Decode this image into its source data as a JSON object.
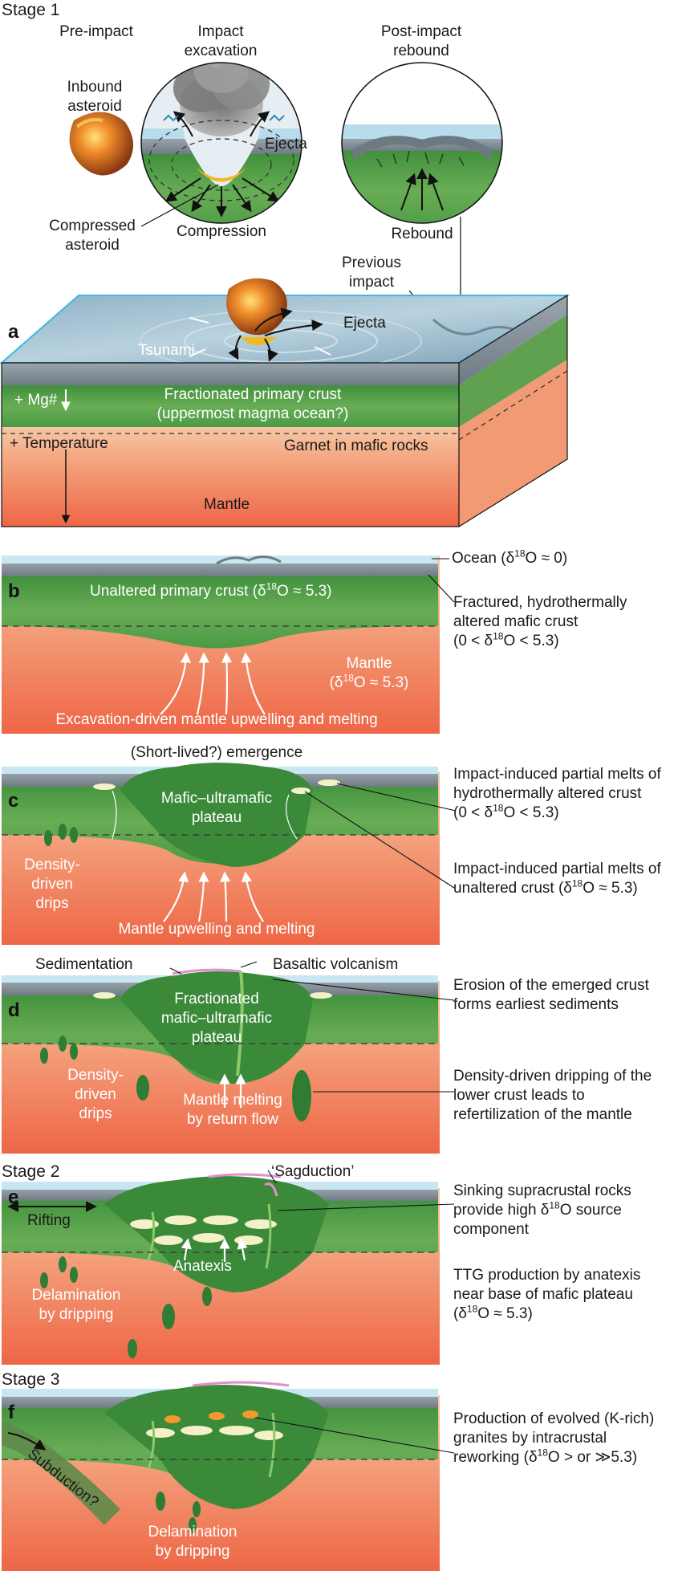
{
  "stage1": {
    "title": "Stage 1",
    "pre_impact": "Pre-impact",
    "impact_excavation": "Impact\nexcavation",
    "post_impact_rebound": "Post-impact\nrebound",
    "inbound_asteroid": "Inbound\nasteroid",
    "compressed_asteroid": "Compressed\nasteroid",
    "ejecta_circle": "Ejecta",
    "compression": "Compression",
    "rebound": "Rebound",
    "previous_impact": "Previous\nimpact"
  },
  "panel_a": {
    "label": "a",
    "ejecta": "Ejecta",
    "tsunami": "Tsunami",
    "mg_number": "+ Mg#",
    "fractionated_crust": "Fractionated primary crust\n(uppermost magma ocean?)",
    "temperature": "+ Temperature",
    "garnet": "Garnet in mafic rocks",
    "mantle": "Mantle"
  },
  "panel_b": {
    "label": "b",
    "ocean": "Ocean (δ",
    "ocean_tail": "O ≈ 0)",
    "unaltered_crust": "Unaltered primary crust (δ",
    "unaltered_crust_tail": "O ≈ 5.3)",
    "mantle_line1": "Mantle",
    "mantle_line2": "(δ",
    "mantle_line2_tail": "O ≈ 5.3)",
    "upwelling": "Excavation-driven mantle upwelling and melting",
    "fractured_line1": "Fractured, hydrothermally",
    "fractured_line2": "altered mafic crust",
    "fractured_line3": "(0 < δ",
    "fractured_line3_tail": "O < 5.3)"
  },
  "panel_c": {
    "label": "c",
    "emergence": "(Short-lived?) emergence",
    "plateau": "Mafic–ultramafic\nplateau",
    "drips": "Density-\ndriven\ndrips",
    "upwelling": "Mantle upwelling and melting",
    "altered_melts_line1": "Impact-induced partial melts of",
    "altered_melts_line2": "hydrothermally altered crust",
    "altered_melts_line3": "(0 < δ",
    "altered_melts_line3_tail": "O < 5.3)",
    "unaltered_melts_line1": "Impact-induced partial melts of",
    "unaltered_melts_line2": "unaltered crust (δ",
    "unaltered_melts_line2_tail": "O ≈ 5.3)"
  },
  "panel_d": {
    "label": "d",
    "sedimentation": "Sedimentation",
    "basaltic": "Basaltic volcanism",
    "plateau": "Fractionated\nmafic–ultramafic\nplateau",
    "drips": "Density-\ndriven\ndrips",
    "return_flow": "Mantle melting\nby return flow",
    "erosion": "Erosion of the emerged crust\nforms earliest sediments",
    "dripping": "Density-driven dripping of the\nlower crust leads to\nrefertilization of the mantle"
  },
  "stage2": {
    "title": "Stage 2",
    "label": "e",
    "sagduction": "‘Sagduction’",
    "rifting": "Rifting",
    "anatexis": "Anatexis",
    "delamination": "Delamination\nby dripping",
    "sinking_line1": "Sinking supracrustal rocks",
    "sinking_line2": "provide high δ",
    "sinking_line2_tail": "O source",
    "sinking_line3": "component",
    "ttg_line1": "TTG production by anatexis",
    "ttg_line2": "near base of mafic plateau",
    "ttg_line3": "(δ",
    "ttg_line3_tail": "O ≈ 5.3)"
  },
  "stage3": {
    "title": "Stage 3",
    "label": "f",
    "subduction": "Subduction?",
    "delamination": "Delamination\nby dripping",
    "granite_line1": "Production of evolved (K-rich)",
    "granite_line2": "granites by intracrustal",
    "granite_line3": "reworking (δ",
    "granite_line3_tail": "O > or ≫5.3)"
  },
  "isotope_superscript": "18",
  "colors": {
    "ocean": "#c9e6f3",
    "crust_green": "#5fa14f",
    "crust_dark": "#2e7d32",
    "mantle_top": "#f5b38e",
    "mantle_bottom": "#ee6a47",
    "altered_crust": "#8a949c",
    "melt": "#f5f0c8",
    "granite": "#f39a2b",
    "supracrustal": "#e08fc9",
    "box_edge": "#3fb7e0"
  }
}
